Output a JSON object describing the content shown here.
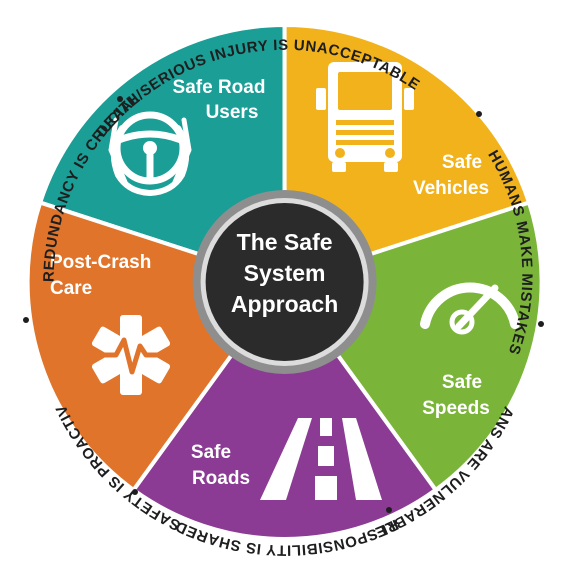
{
  "center": {
    "lines": [
      "The Safe",
      "System",
      "Approach"
    ],
    "fill": "#2b2b2b",
    "ring": "#8e8e8e"
  },
  "segments": [
    {
      "id": "safe-road-users",
      "lines": [
        "Safe Road",
        "Users"
      ],
      "color": "#1a9e96",
      "icon": "steering-wheel-hands-icon"
    },
    {
      "id": "safe-vehicles",
      "lines": [
        "Safe",
        "Vehicles"
      ],
      "color": "#f2b21b",
      "icon": "truck-icon"
    },
    {
      "id": "safe-speeds",
      "lines": [
        "Safe",
        "Speeds"
      ],
      "color": "#7ab53a",
      "icon": "speedometer-icon"
    },
    {
      "id": "safe-roads",
      "lines": [
        "Safe",
        "Roads"
      ],
      "color": "#8b3b93",
      "icon": "road-icon"
    },
    {
      "id": "post-crash-care",
      "lines": [
        "Post-Crash",
        "Care"
      ],
      "color": "#e0742a",
      "icon": "medical-star-icon"
    }
  ],
  "principles": [
    "DEATH/SERIOUS INJURY IS UNACCEPTABLE",
    "HUMANS MAKE MISTAKES",
    "HUMANS ARE VULNERABLE",
    "RESPONSIBILITY IS SHARED",
    "SAFETY IS PROACTIVE",
    "REDUNDANCY IS CRUCIAL"
  ],
  "colors": {
    "outline": "#1e1e1e",
    "separator": "#ffffff",
    "text": "#1e1e1e"
  }
}
